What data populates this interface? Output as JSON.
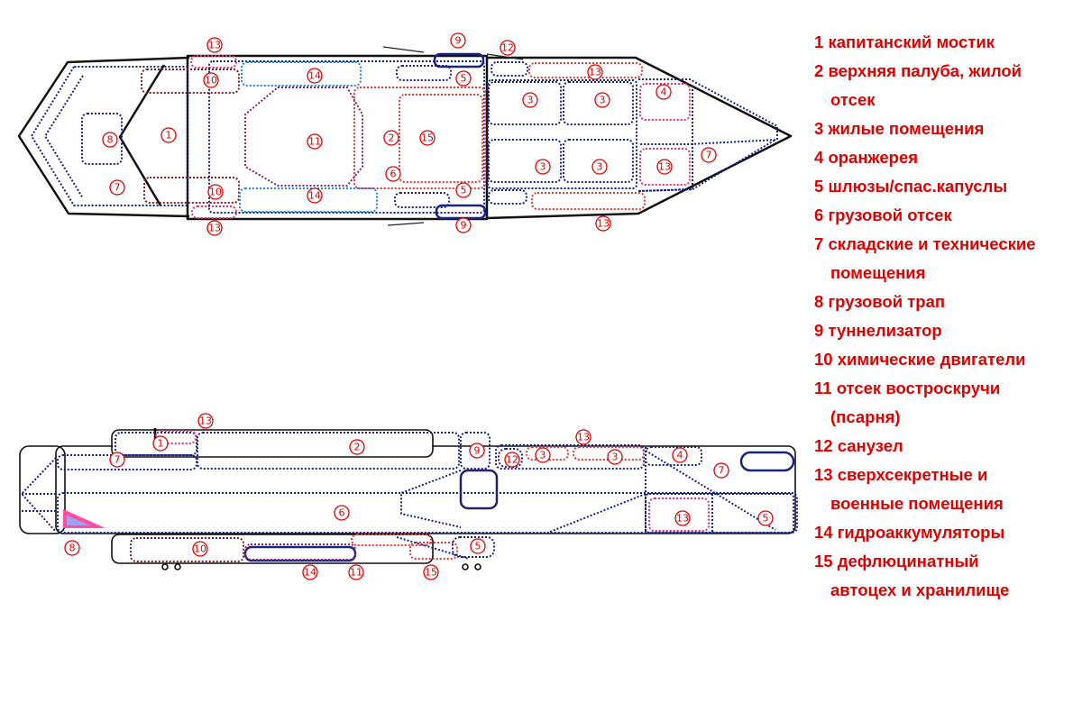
{
  "legend": [
    {
      "num": "1",
      "text": "капитанский мостик"
    },
    {
      "num": "2",
      "text": "верхняя палуба, жилой",
      "cont": "отсек"
    },
    {
      "num": "3",
      "text": "жилые помещения"
    },
    {
      "num": "4",
      "text": "оранжерея"
    },
    {
      "num": "5",
      "text": "шлюзы/спас.капуслы"
    },
    {
      "num": "6",
      "text": "грузовой отсек"
    },
    {
      "num": "7",
      "text": "складские и технические",
      "cont": "помещения"
    },
    {
      "num": "8",
      "text": "грузовой трап"
    },
    {
      "num": "9",
      "text": "туннелизатор"
    },
    {
      "num": "10",
      "text": "химические двигатели"
    },
    {
      "num": "11",
      "text": "отсек востроскручи",
      "cont": "(псарня)"
    },
    {
      "num": "12",
      "text": "санузел"
    },
    {
      "num": "13",
      "text": "сверхсекретные и",
      "cont": "военные помещения"
    },
    {
      "num": "14",
      "text": "гидроаккумуляторы"
    },
    {
      "num": "15",
      "text": "дефлюцинатный",
      "cont": "автоцех и хранилище"
    }
  ],
  "colors": {
    "label": "#e00000",
    "compartment": "#1a237e",
    "hull": "#111111",
    "ramp": "#ff4fa0"
  }
}
